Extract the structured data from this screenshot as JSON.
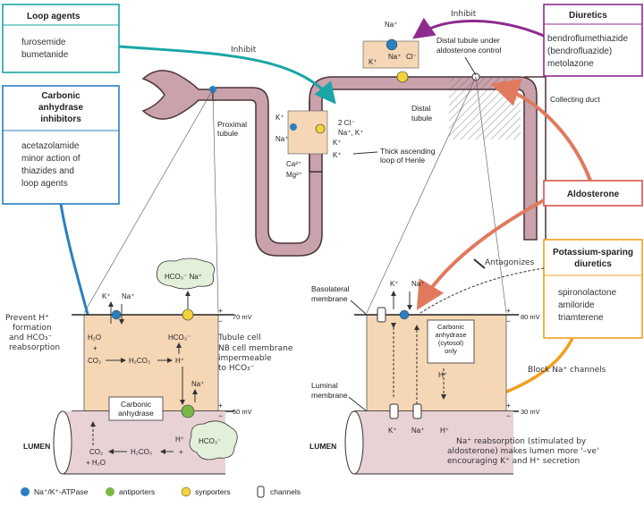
{
  "boxes": {
    "loop_agents": {
      "title": "Loop agents",
      "lines": [
        "furosemide",
        "bumetanide"
      ],
      "color": "#1aa6a6"
    },
    "carbonic": {
      "title_lines": [
        "Carbonic",
        "anhydrase",
        "inhibitors"
      ],
      "lines": [
        "acetazolamide",
        "minor action of",
        "thiazides and",
        "loop agents"
      ],
      "color": "#2b7fc1"
    },
    "diuretics": {
      "title": "Diuretics",
      "lines": [
        "bendroflumethiazide",
        "(bendrofluazide)",
        "metolazone"
      ],
      "color": "#8e2b8e"
    },
    "aldosterone": {
      "title": "Aldosterone",
      "color": "#d9534f"
    },
    "k_sparing": {
      "title_lines": [
        "Potassium-sparing",
        "diuretics"
      ],
      "lines": [
        "spironolactone",
        "amiloride",
        "triamterene"
      ],
      "color": "#f0a020"
    }
  },
  "arrows": {
    "inhibit_1": "Inhibit",
    "inhibit_2": "Inhibit",
    "antagonizes": "Antagonizes",
    "block": "Block Na⁺ channels"
  },
  "nephron": {
    "proximal": [
      "Proximal",
      "tubule"
    ],
    "thick": [
      "Thick ascending",
      "loop of Henle"
    ],
    "distal": [
      "Distal",
      "tubule"
    ],
    "distal_aldo": [
      "Distal tubule under",
      "aldosterone control"
    ],
    "collecting": "Collecting duct",
    "loop_ions": {
      "k": "K⁺",
      "na": "Na⁺",
      "cl2": "2 Cl⁻",
      "nak": "Na⁺, K⁺",
      "k2": "K⁺",
      "k3": "K⁺",
      "ca": "Ca²⁺",
      "mg": "Mg²⁺"
    },
    "dt_ions": {
      "na": "Na⁺",
      "k": "K⁺",
      "na2": "Na⁺",
      "cl": "Cl⁻"
    }
  },
  "left_cell": {
    "prevent": [
      "Prevent H⁺",
      "formation",
      "and HCO₃⁻",
      "reabsorption"
    ],
    "top_k": "K⁺",
    "top_na": "Na⁺",
    "cloud": "HCO₃⁻ Na⁺",
    "mv_top": "70 mV",
    "mv_bot": "50 mV",
    "plus": "+",
    "minus": "−",
    "h2o": "H₂O",
    "plus_sign": "+",
    "co2": "CO₂",
    "h2co3": "H₂CO₃",
    "hplus": "H⁺",
    "hco3": "HCO₃⁻",
    "tubule_cell": [
      "Tubule cell",
      "NB cell membrane",
      "impermeable",
      "to HCO₃⁻"
    ],
    "na_up": "Na⁺",
    "carb": [
      "Carbonic",
      "anhydrase"
    ],
    "lumen": "LUMEN",
    "lum_co2": "CO₂",
    "lum_h2o": "+ H₂O",
    "lum_h2co3": "H₂CO₃",
    "lum_h": "H⁺",
    "lum_plus": "+",
    "lum_hco3": "HCO₃⁻"
  },
  "right_cell": {
    "basolateral": [
      "Basolateral",
      "membrane"
    ],
    "luminal": [
      "Luminal",
      "membrane"
    ],
    "top_k": "K⁺",
    "top_na": "Na⁺",
    "carb": [
      "Carbonic",
      "anhydrase",
      "(cytosol)",
      "only"
    ],
    "mv_top": "80 mV",
    "mv_bot": "30 mV",
    "plus": "+",
    "minus": "−",
    "bot_k": "K⁺",
    "bot_na": "Na⁺",
    "h_in": "H⁺",
    "h_out": "H⁺",
    "lumen": "LUMEN",
    "note": [
      "Na⁺ reabsorption (stimulated by",
      "aldosterone) makes lumen more '–ve'",
      "encouraging K⁺ and H⁺ secretion"
    ]
  },
  "legend": {
    "atpase": "Na⁺/K⁺-ATPase",
    "anti": "antiporters",
    "sym": "synporters",
    "chan": "channels",
    "colors": {
      "atpase": "#2b7fc1",
      "anti": "#7ab648",
      "sym": "#f2d33a"
    }
  }
}
